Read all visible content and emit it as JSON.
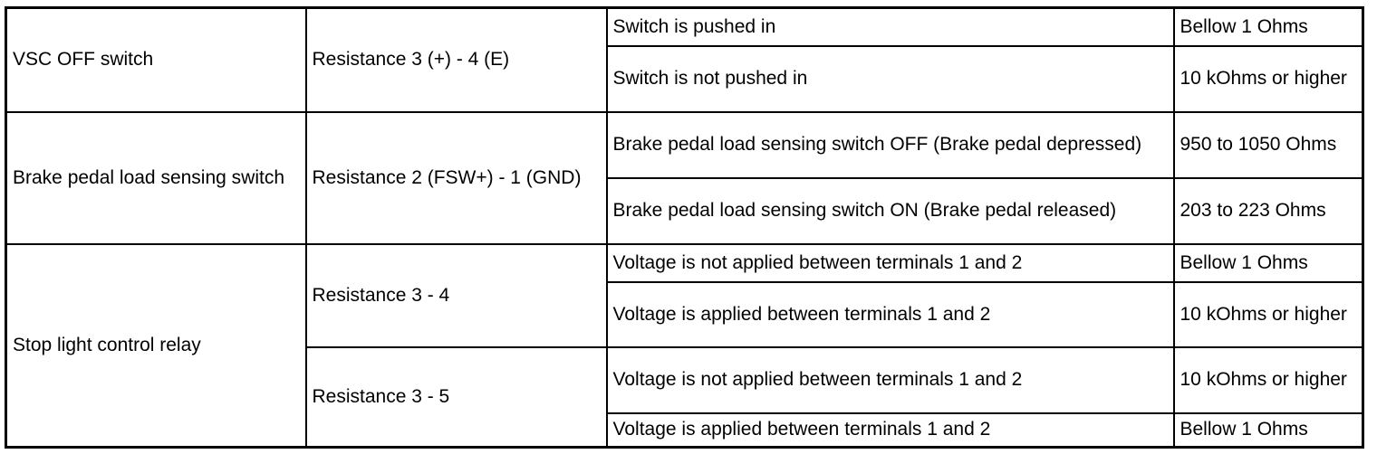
{
  "table": {
    "rows": [
      {
        "component": "VSC OFF switch",
        "measurement": "Resistance 3 (+) - 4 (E)",
        "conditions": [
          {
            "condition": "Switch is pushed in",
            "spec": "Bellow 1 Ohms"
          },
          {
            "condition": "Switch is not pushed in",
            "spec": "10 kOhms or higher"
          }
        ]
      },
      {
        "component": "Brake pedal load sensing switch",
        "measurement": "Resistance 2 (FSW+) - 1 (GND)",
        "conditions": [
          {
            "condition": "Brake pedal load sensing switch OFF (Brake pedal depressed)",
            "spec": "950 to 1050 Ohms"
          },
          {
            "condition": "Brake pedal load sensing switch ON (Brake pedal released)",
            "spec": "203 to 223 Ohms"
          }
        ]
      },
      {
        "component": "Stop light control relay",
        "measurements": [
          {
            "measurement": "Resistance 3 - 4",
            "conditions": [
              {
                "condition": "Voltage is not applied between terminals 1 and 2",
                "spec": "Bellow 1 Ohms"
              },
              {
                "condition": "Voltage is applied between terminals 1 and 2",
                "spec": "10 kOhms or higher"
              }
            ]
          },
          {
            "measurement": "Resistance 3 - 5",
            "conditions": [
              {
                "condition": "Voltage is not applied between terminals 1 and 2",
                "spec": "10 kOhms or higher"
              },
              {
                "condition": "Voltage is applied between terminals 1 and 2",
                "spec": "Bellow 1 Ohms"
              }
            ]
          }
        ]
      }
    ]
  }
}
